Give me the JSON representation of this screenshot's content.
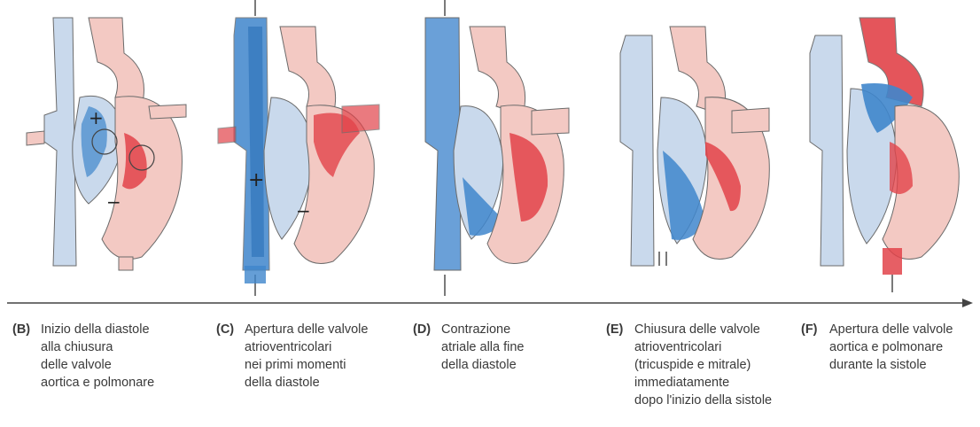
{
  "colors": {
    "vein_light": "#c9d9ec",
    "vein_dark": "#3f86cc",
    "artery_light": "#f3c9c3",
    "artery_dark": "#e2434a",
    "outline": "#6b6b6b",
    "text": "#3a3a3a"
  },
  "panels": [
    {
      "letter": "(B)",
      "lines": [
        "Inizio della diastole",
        "alla chiusura",
        "delle valvole",
        "aortica e polmonare"
      ]
    },
    {
      "letter": "(C)",
      "lines": [
        "Apertura delle valvole",
        "atrioventricolari",
        "nei primi momenti",
        "della diastole"
      ]
    },
    {
      "letter": "(D)",
      "lines": [
        "Contrazione",
        "atriale alla fine",
        "della diastole"
      ]
    },
    {
      "letter": "(E)",
      "lines": [
        "Chiusura delle valvole",
        "atrioventricolari",
        "(tricuspide e mitrale)",
        " immediatamente",
        "dopo l'inizio della sistole"
      ]
    },
    {
      "letter": "(F)",
      "lines": [
        "Apertura delle valvole",
        "aortica e polmonare",
        "durante la sistole"
      ]
    }
  ]
}
